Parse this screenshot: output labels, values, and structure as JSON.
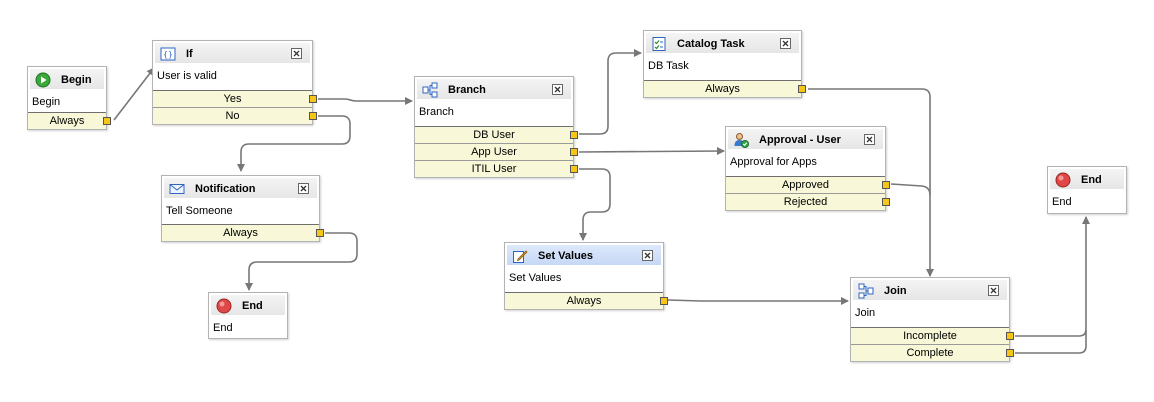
{
  "nodes": {
    "begin": {
      "title": "Begin",
      "desc": "Begin",
      "rows": [
        "Always"
      ]
    },
    "if": {
      "title": "If",
      "desc": "User is valid",
      "rows": [
        "Yes",
        "No"
      ]
    },
    "notification": {
      "title": "Notification",
      "desc": "Tell Someone",
      "rows": [
        "Always"
      ]
    },
    "end_left": {
      "title": "End",
      "desc": "End"
    },
    "branch": {
      "title": "Branch",
      "desc": "Branch",
      "rows": [
        "DB User",
        "App User",
        "ITIL User"
      ]
    },
    "catalog_task": {
      "title": "Catalog Task",
      "desc": "DB Task",
      "rows": [
        "Always"
      ]
    },
    "approval": {
      "title": "Approval - User",
      "desc": "Approval for Apps",
      "rows": [
        "Approved",
        "Rejected"
      ]
    },
    "set_values": {
      "title": "Set Values",
      "desc": "Set Values",
      "rows": [
        "Always"
      ]
    },
    "join": {
      "title": "Join",
      "desc": "Join",
      "rows": [
        "Incomplete",
        "Complete"
      ]
    },
    "end_right": {
      "title": "End",
      "desc": "End"
    }
  },
  "icons": {
    "begin": "play-icon",
    "if": "condition-icon",
    "notification": "envelope-icon",
    "end": "stop-icon",
    "branch": "branch-icon",
    "catalog_task": "task-icon",
    "approval": "approval-user-icon",
    "set_values": "edit-icon",
    "join": "join-icon",
    "close": "close-icon"
  },
  "colors": {
    "row_bg": "#f8f8d8",
    "port": "#f5c518",
    "header": "#e9e9e9",
    "selected_header": "#c9daf7",
    "wire": "#777777"
  }
}
